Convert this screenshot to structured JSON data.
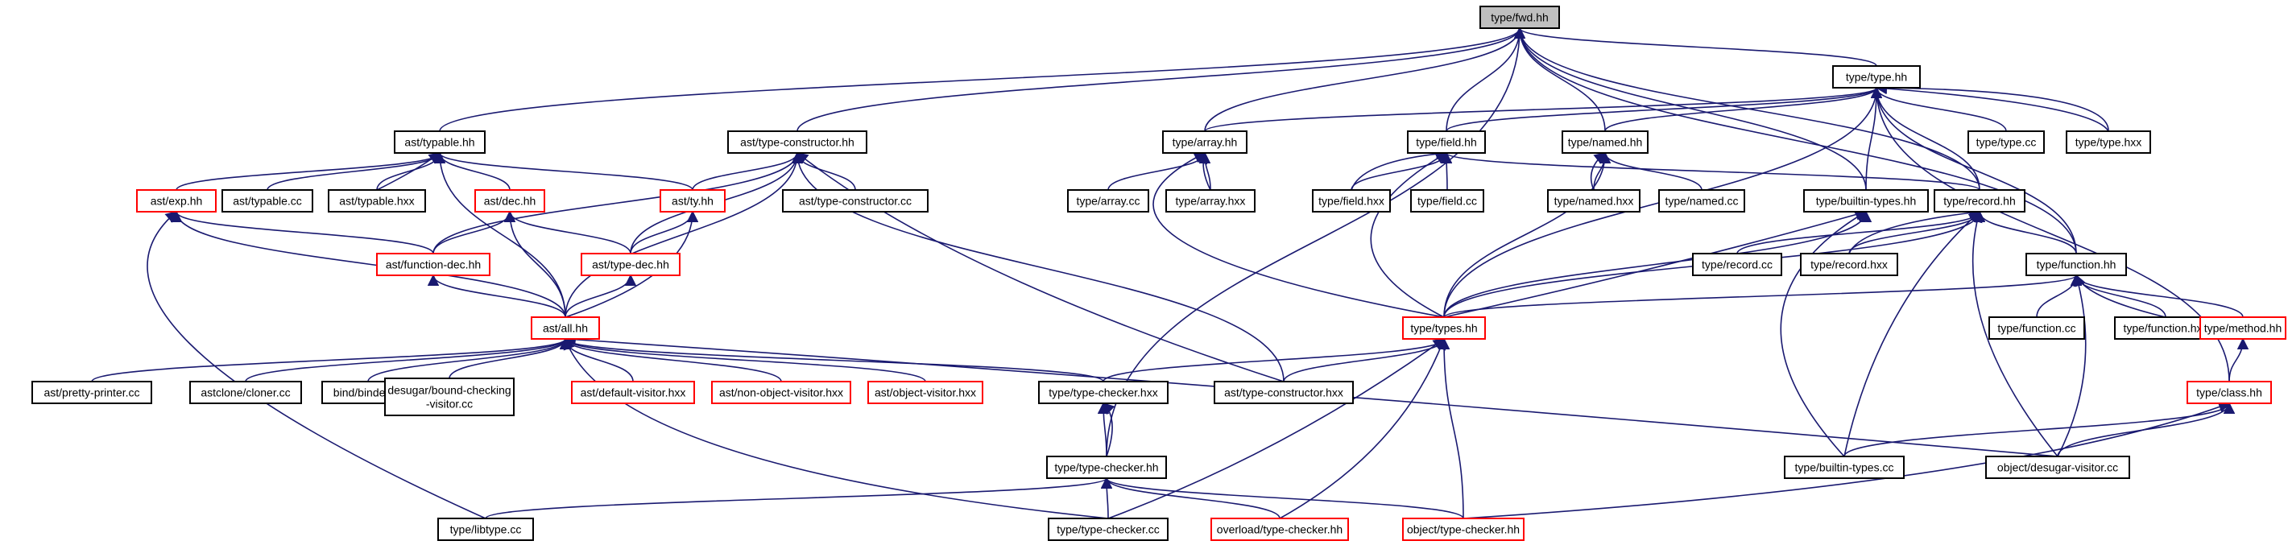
{
  "colors": {
    "edge": "#191970",
    "header_fill": "#bfbfbf",
    "warn_border": "#ff0000",
    "border": "#000000"
  },
  "nodes": [
    {
      "id": "fwd",
      "label": "type/fwd.hh",
      "style": "grey"
    },
    {
      "id": "typehh",
      "label": "type/type.hh",
      "style": "black"
    },
    {
      "id": "typable",
      "label": "ast/typable.hh",
      "style": "black"
    },
    {
      "id": "tycons",
      "label": "ast/type-constructor.hh",
      "style": "black"
    },
    {
      "id": "arrayhh",
      "label": "type/array.hh",
      "style": "black"
    },
    {
      "id": "fieldhh",
      "label": "type/field.hh",
      "style": "black"
    },
    {
      "id": "namedhh",
      "label": "type/named.hh",
      "style": "black"
    },
    {
      "id": "typecc",
      "label": "type/type.cc",
      "style": "black"
    },
    {
      "id": "typehxx",
      "label": "type/type.hxx",
      "style": "black"
    },
    {
      "id": "exphh",
      "label": "ast/exp.hh",
      "style": "red"
    },
    {
      "id": "typablecc",
      "label": "ast/typable.cc",
      "style": "black"
    },
    {
      "id": "typablehxx",
      "label": "ast/typable.hxx",
      "style": "black"
    },
    {
      "id": "dechh",
      "label": "ast/dec.hh",
      "style": "red"
    },
    {
      "id": "tyhh",
      "label": "ast/ty.hh",
      "style": "red"
    },
    {
      "id": "tyconscc",
      "label": "ast/type-constructor.cc",
      "style": "black"
    },
    {
      "id": "arraycc",
      "label": "type/array.cc",
      "style": "black"
    },
    {
      "id": "arrayhxx",
      "label": "type/array.hxx",
      "style": "black"
    },
    {
      "id": "fieldhxx",
      "label": "type/field.hxx",
      "style": "black"
    },
    {
      "id": "fieldcc",
      "label": "type/field.cc",
      "style": "black"
    },
    {
      "id": "namedhxx",
      "label": "type/named.hxx",
      "style": "black"
    },
    {
      "id": "namedcc",
      "label": "type/named.cc",
      "style": "black"
    },
    {
      "id": "builtinhh",
      "label": "type/builtin-types.hh",
      "style": "black"
    },
    {
      "id": "recordhh",
      "label": "type/record.hh",
      "style": "black"
    },
    {
      "id": "funcdec",
      "label": "ast/function-dec.hh",
      "style": "red"
    },
    {
      "id": "typedec",
      "label": "ast/type-dec.hh",
      "style": "red"
    },
    {
      "id": "recordcc",
      "label": "type/record.cc",
      "style": "black"
    },
    {
      "id": "recordhxx",
      "label": "type/record.hxx",
      "style": "black"
    },
    {
      "id": "functionhh",
      "label": "type/function.hh",
      "style": "black"
    },
    {
      "id": "allhh",
      "label": "ast/all.hh",
      "style": "red"
    },
    {
      "id": "typeshh",
      "label": "type/types.hh",
      "style": "red"
    },
    {
      "id": "functioncc",
      "label": "type/function.cc",
      "style": "black"
    },
    {
      "id": "functionhxx",
      "label": "type/function.hxx",
      "style": "black"
    },
    {
      "id": "methodhh",
      "label": "type/method.hh",
      "style": "red"
    },
    {
      "id": "pretty",
      "label": "ast/pretty-printer.cc",
      "style": "black"
    },
    {
      "id": "cloner",
      "label": "astclone/cloner.cc",
      "style": "black"
    },
    {
      "id": "binder",
      "label": "bind/binder.cc",
      "style": "black"
    },
    {
      "id": "desugarbc",
      "label": "desugar/bound-checking\n-visitor.cc",
      "style": "black"
    },
    {
      "id": "defvisit",
      "label": "ast/default-visitor.hxx",
      "style": "red"
    },
    {
      "id": "nonobj",
      "label": "ast/non-object-visitor.hxx",
      "style": "red"
    },
    {
      "id": "objvisit",
      "label": "ast/object-visitor.hxx",
      "style": "red"
    },
    {
      "id": "tchkhxx",
      "label": "type/type-checker.hxx",
      "style": "black"
    },
    {
      "id": "tyconshxx",
      "label": "ast/type-constructor.hxx",
      "style": "black"
    },
    {
      "id": "classhh",
      "label": "type/class.hh",
      "style": "red"
    },
    {
      "id": "tchkhh",
      "label": "type/type-checker.hh",
      "style": "black"
    },
    {
      "id": "builtincc",
      "label": "type/builtin-types.cc",
      "style": "black"
    },
    {
      "id": "objdesugar",
      "label": "object/desugar-visitor.cc",
      "style": "black"
    },
    {
      "id": "libtype",
      "label": "type/libtype.cc",
      "style": "black"
    },
    {
      "id": "tchkcc",
      "label": "type/type-checker.cc",
      "style": "black"
    },
    {
      "id": "ovltchk",
      "label": "overload/type-checker.hh",
      "style": "red"
    },
    {
      "id": "objtchk",
      "label": "object/type-checker.hh",
      "style": "red"
    }
  ]
}
